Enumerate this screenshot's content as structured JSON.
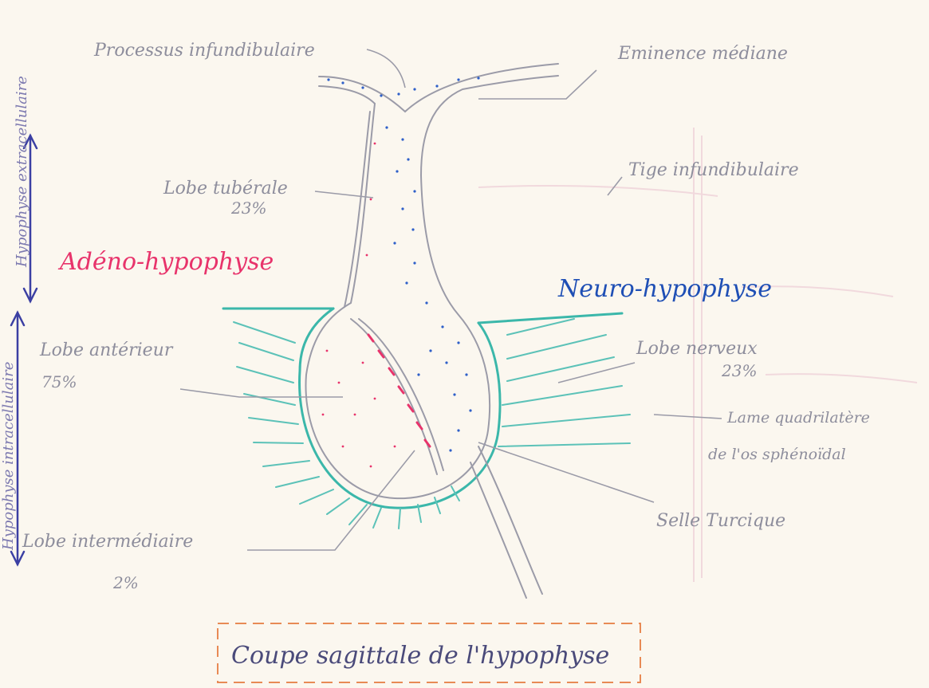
{
  "diagram": {
    "title": "Coupe sagittale de l'hypophyse",
    "labels": {
      "processus": "Processus infundibulaire",
      "eminence": "Eminence médiane",
      "tige": "Tige infundibulaire",
      "lobe_tuberal": "Lobe tubérale",
      "lobe_tuberal_pct": "23%",
      "adeno": "Adéno-hypophyse",
      "neuro": "Neuro-hypophyse",
      "lobe_anterieur": "Lobe antérieur",
      "lobe_anterieur_pct": "75%",
      "lobe_nerveux": "Lobe nerveux",
      "lobe_nerveux_pct": "23%",
      "lame": "Lame quadrilatère",
      "lame_2": "de l'os sphénoïdal",
      "selle": "Selle Turcique",
      "lobe_intermediaire": "Lobe intermédiaire",
      "lobe_intermediaire_pct": "2%",
      "side_upper": "Hypophyse extracellulaire",
      "side_lower": "Hypophyse intracellulaire"
    },
    "colors": {
      "adeno": "#e8336b",
      "neuro": "#1f4fb5",
      "pencil": "#9b9ba8",
      "bone": "#3bb7aa",
      "arrow": "#3b3fa3",
      "frame": "#e88a55"
    }
  }
}
